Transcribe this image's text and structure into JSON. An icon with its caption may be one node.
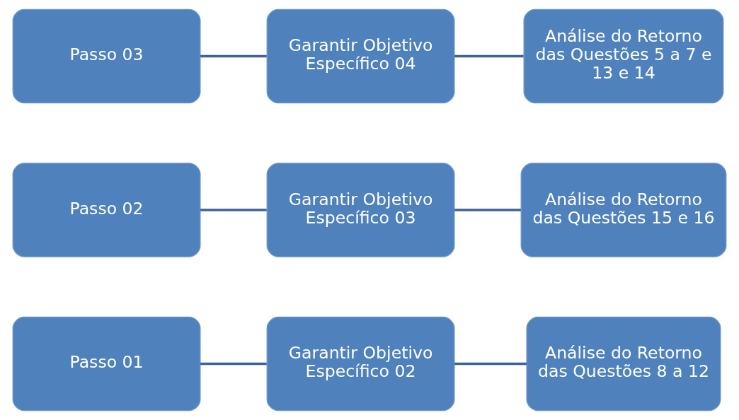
{
  "diagram": {
    "nodes": [
      {
        "text": [
          "Passo 01"
        ]
      },
      {
        "text": [
          "Garantir Objetivo Específico 02"
        ]
      },
      {
        "text": [
          "Análise do Retorno das Questões 8 a 12"
        ]
      },
      {
        "text": [
          "Passo 02"
        ]
      },
      {
        "text": [
          "Garantir Objetivo Específico 03"
        ]
      },
      {
        "text": [
          "Análise do Retorno das Questões 15 e 16"
        ]
      },
      {
        "text": [
          "Passo 03"
        ]
      },
      {
        "text": [
          "Garantir Objetivo Específico 04"
        ]
      },
      {
        "text": [
          "Análise do Retorno das Questões 5 a 7 e 13 e 14"
        ]
      }
    ],
    "edges": [
      {
        "from": 0,
        "to": 1,
        "arrow": "none"
      },
      {
        "from": 1,
        "to": 2,
        "arrow": "none"
      },
      {
        "from": 3,
        "to": 4,
        "arrow": "none"
      },
      {
        "from": 4,
        "to": 5,
        "arrow": "none"
      },
      {
        "from": 6,
        "to": 7,
        "arrow": "none"
      },
      {
        "from": 7,
        "to": 8,
        "arrow": "none"
      }
    ]
  }
}
